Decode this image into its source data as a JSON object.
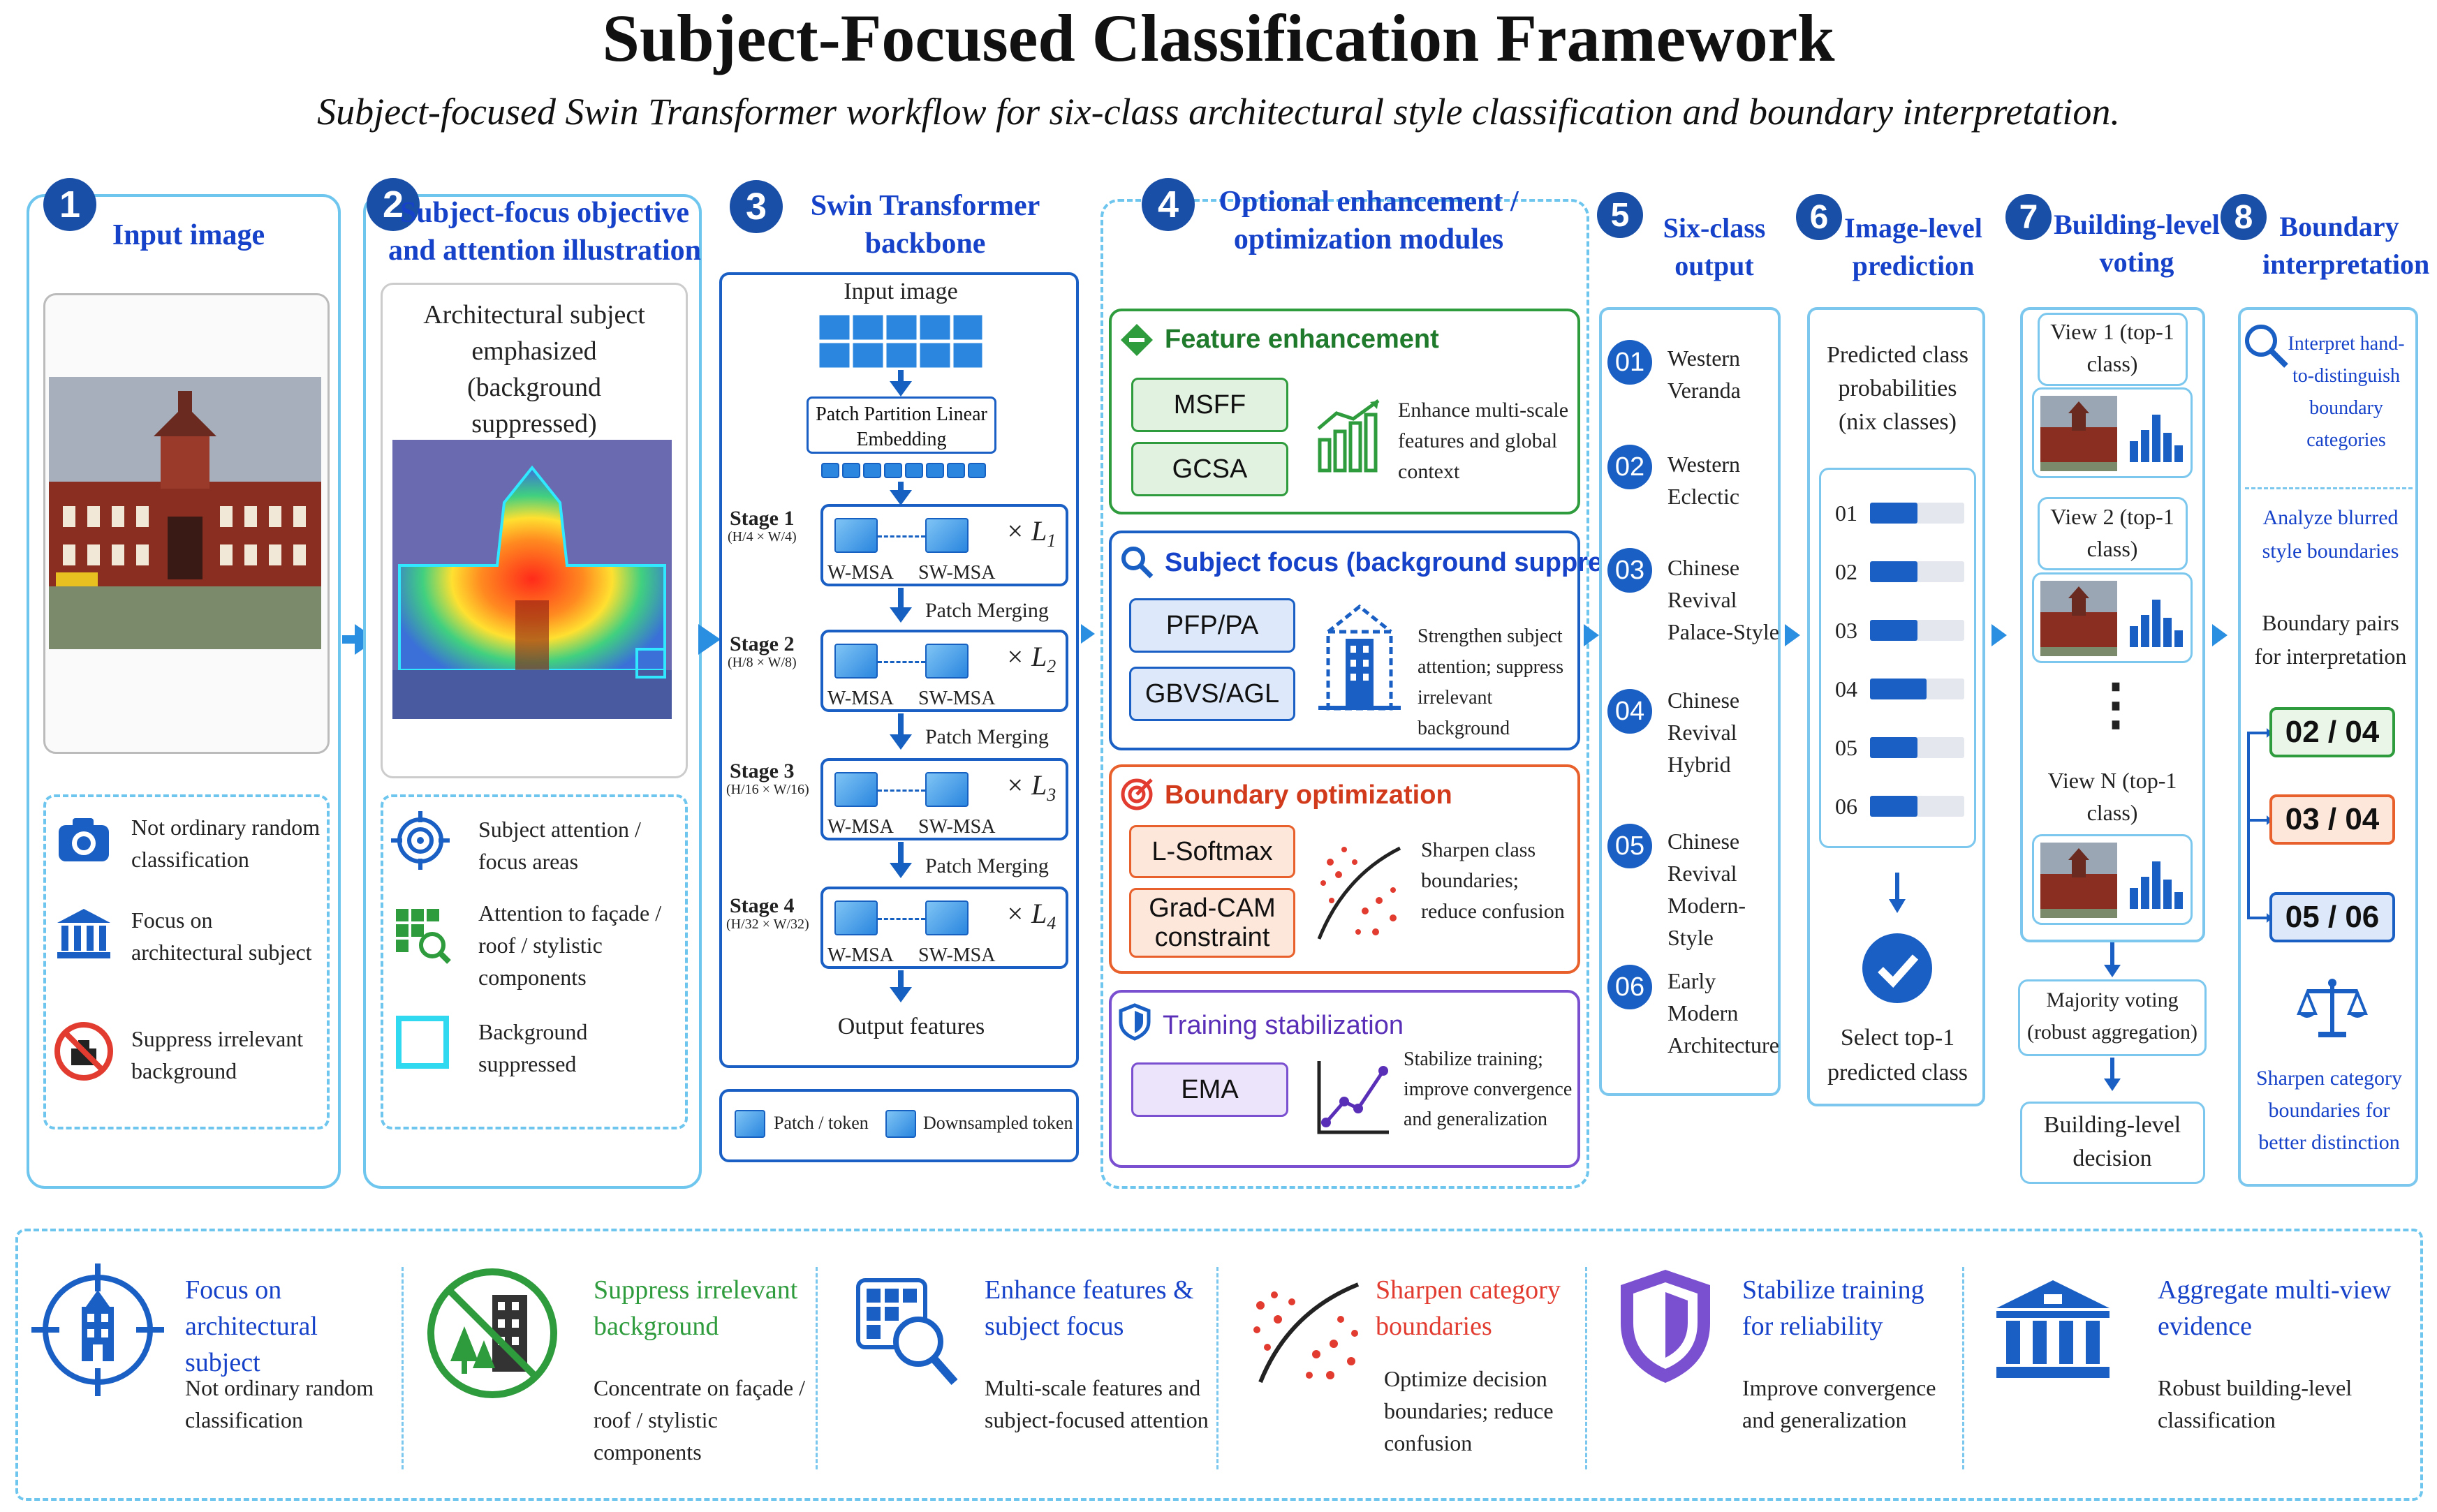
{
  "title": "Subject-Focused Classification Framework",
  "subtitle": "Subject-focused Swin Transformer workflow for six-class architectural style classification and boundary interpretation.",
  "colors": {
    "blue": "#1a5fc4",
    "cyan": "#6ec6ee",
    "green": "#2e9b3c",
    "orange": "#e8612c",
    "purple": "#7a4fd0",
    "red": "#e23b2f"
  },
  "panels": [
    {
      "num": "1",
      "title": "Input image"
    },
    {
      "num": "2",
      "title": "Subject-focus objective and attention illustration"
    },
    {
      "num": "3",
      "title": "Swin Transformer backbone"
    },
    {
      "num": "4",
      "title": "Optional enhancement / optimization modules"
    },
    {
      "num": "5",
      "title": "Six-class output"
    },
    {
      "num": "6",
      "title": "Image-level prediction"
    },
    {
      "num": "7",
      "title": "Building-level voting"
    },
    {
      "num": "8",
      "title": "Boundary interpretation"
    }
  ],
  "p1": {
    "legend": [
      {
        "icon": "camera-icon",
        "text": "Not ordinary random classification"
      },
      {
        "icon": "building-columns-icon",
        "text": "Focus on architectural subject"
      },
      {
        "icon": "no-background-icon",
        "text": "Suppress irrelevant background"
      }
    ]
  },
  "p2": {
    "caption": "Architectural subject emphasized (background suppressed)",
    "legend": [
      {
        "icon": "target-icon",
        "text": "Subject attention / focus areas"
      },
      {
        "icon": "grid-search-icon",
        "text": "Attention to façade / roof / stylistic components"
      },
      {
        "icon": "square-outline-icon",
        "text": "Background suppressed"
      }
    ]
  },
  "p3": {
    "input": "Input image",
    "patch": "Patch Partition Linear Embedding",
    "stages": [
      {
        "name": "Stage 1",
        "dims": "(H/4 × W/4)",
        "mult": "× L",
        "sub": "1"
      },
      {
        "name": "Stage 2",
        "dims": "(H/8 × W/8)",
        "mult": "× L",
        "sub": "2"
      },
      {
        "name": "Stage 3",
        "dims": "(H/16 × W/16)",
        "mult": "× L",
        "sub": "3"
      },
      {
        "name": "Stage 4",
        "dims": "(H/32 × W/32)",
        "mult": "× L",
        "sub": "4"
      }
    ],
    "wmsa": "W-MSA",
    "swmsa": "SW-MSA",
    "merging": "Patch Merging",
    "output": "Output features",
    "legend_patch": "Patch / token",
    "legend_down": "Downsampled token"
  },
  "p4": {
    "modules": [
      {
        "title": "Feature enhancement",
        "items": [
          "MSFF",
          "GCSA"
        ],
        "desc": "Enhance multi-scale features and global context"
      },
      {
        "title": "Subject focus (background suppression)",
        "items": [
          "PFP/PA",
          "GBVS/AGL"
        ],
        "desc": "Strengthen subject attention; suppress irrelevant background"
      },
      {
        "title": "Boundary optimization",
        "items": [
          "L-Softmax",
          "Grad-CAM constraint"
        ],
        "desc": "Sharpen class boundaries; reduce confusion"
      },
      {
        "title": "Training stabilization",
        "items": [
          "EMA"
        ],
        "desc": "Stabilize training; improve convergence and generalization"
      }
    ]
  },
  "p5": {
    "classes": [
      {
        "id": "01",
        "name": "Western Veranda"
      },
      {
        "id": "02",
        "name": "Western Eclectic"
      },
      {
        "id": "03",
        "name": "Chinese Revival Palace-Style"
      },
      {
        "id": "04",
        "name": "Chinese Revival Hybrid"
      },
      {
        "id": "05",
        "name": "Chinese Revival Modern-Style"
      },
      {
        "id": "06",
        "name": "Early Modern Architecture"
      }
    ]
  },
  "p6": {
    "caption": "Predicted class probabilities (nix classes)",
    "bars": [
      {
        "label": "01",
        "value": 0.5
      },
      {
        "label": "02",
        "value": 0.5
      },
      {
        "label": "03",
        "value": 0.5
      },
      {
        "label": "04",
        "value": 0.6
      },
      {
        "label": "05",
        "value": 0.5
      },
      {
        "label": "06",
        "value": 0.5
      }
    ],
    "select": "Select top-1 predicted class"
  },
  "p7": {
    "views": [
      {
        "label": "View 1 (top-1 class)"
      },
      {
        "label": "View 2 (top-1 class)"
      },
      {
        "label": "View N (top-1 class)"
      }
    ],
    "dots": "⋮",
    "voting": "Majority voting (robust aggregation)",
    "decision": "Building-level decision"
  },
  "p8": {
    "interpret": "Interpret hand-to-distinguish boundary categories",
    "analyze": "Analyze blurred style boundaries",
    "pairs_label": "Boundary pairs for interpretation",
    "pairs": [
      "02 / 04",
      "03 / 04",
      "05 / 06"
    ],
    "sharpen": "Sharpen category boundaries for better distinction"
  },
  "bottom": [
    {
      "icon": "target-building-icon",
      "title": "Focus on architectural subject",
      "text": "Not ordinary random classification"
    },
    {
      "icon": "no-trees-building-icon",
      "title": "Suppress irrelevant background",
      "text": "Concentrate on façade / roof / stylistic components"
    },
    {
      "icon": "grid-magnifier-icon",
      "title": "Enhance features & subject focus",
      "text": "Multi-scale features and subject-focused attention"
    },
    {
      "icon": "scatter-boundary-icon",
      "title": "Sharpen category boundaries",
      "text": "Optimize decision boundaries; reduce confusion"
    },
    {
      "icon": "shield-icon",
      "title": "Stabilize training for reliability",
      "text": "Improve convergence and generalization"
    },
    {
      "icon": "columns-building-icon",
      "title": "Aggregate multi-view evidence",
      "text": "Robust building-level classification"
    }
  ]
}
